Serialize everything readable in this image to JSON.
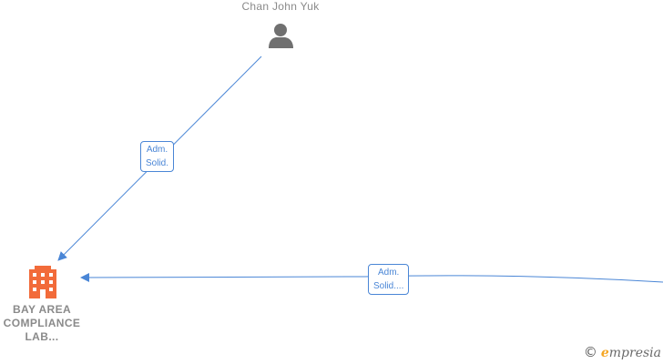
{
  "nodes": {
    "person": {
      "name": "Chan John Yuk",
      "icon": "person-icon"
    },
    "company": {
      "name_lines": [
        "BAY AREA",
        "COMPLIANCE",
        "LAB..."
      ],
      "icon": "building-icon"
    }
  },
  "edges": [
    {
      "label_lines": [
        "Adm.",
        "Solid."
      ]
    },
    {
      "label_lines": [
        "Adm.",
        "Solid...."
      ]
    }
  ],
  "colors": {
    "edge": "#4a86d6",
    "company_icon": "#f26b3a",
    "person_icon": "#707070",
    "label_text": "#8a8a8a"
  },
  "watermark": {
    "copyright": "©",
    "brand_initial": "e",
    "brand_rest": "mpresia"
  }
}
